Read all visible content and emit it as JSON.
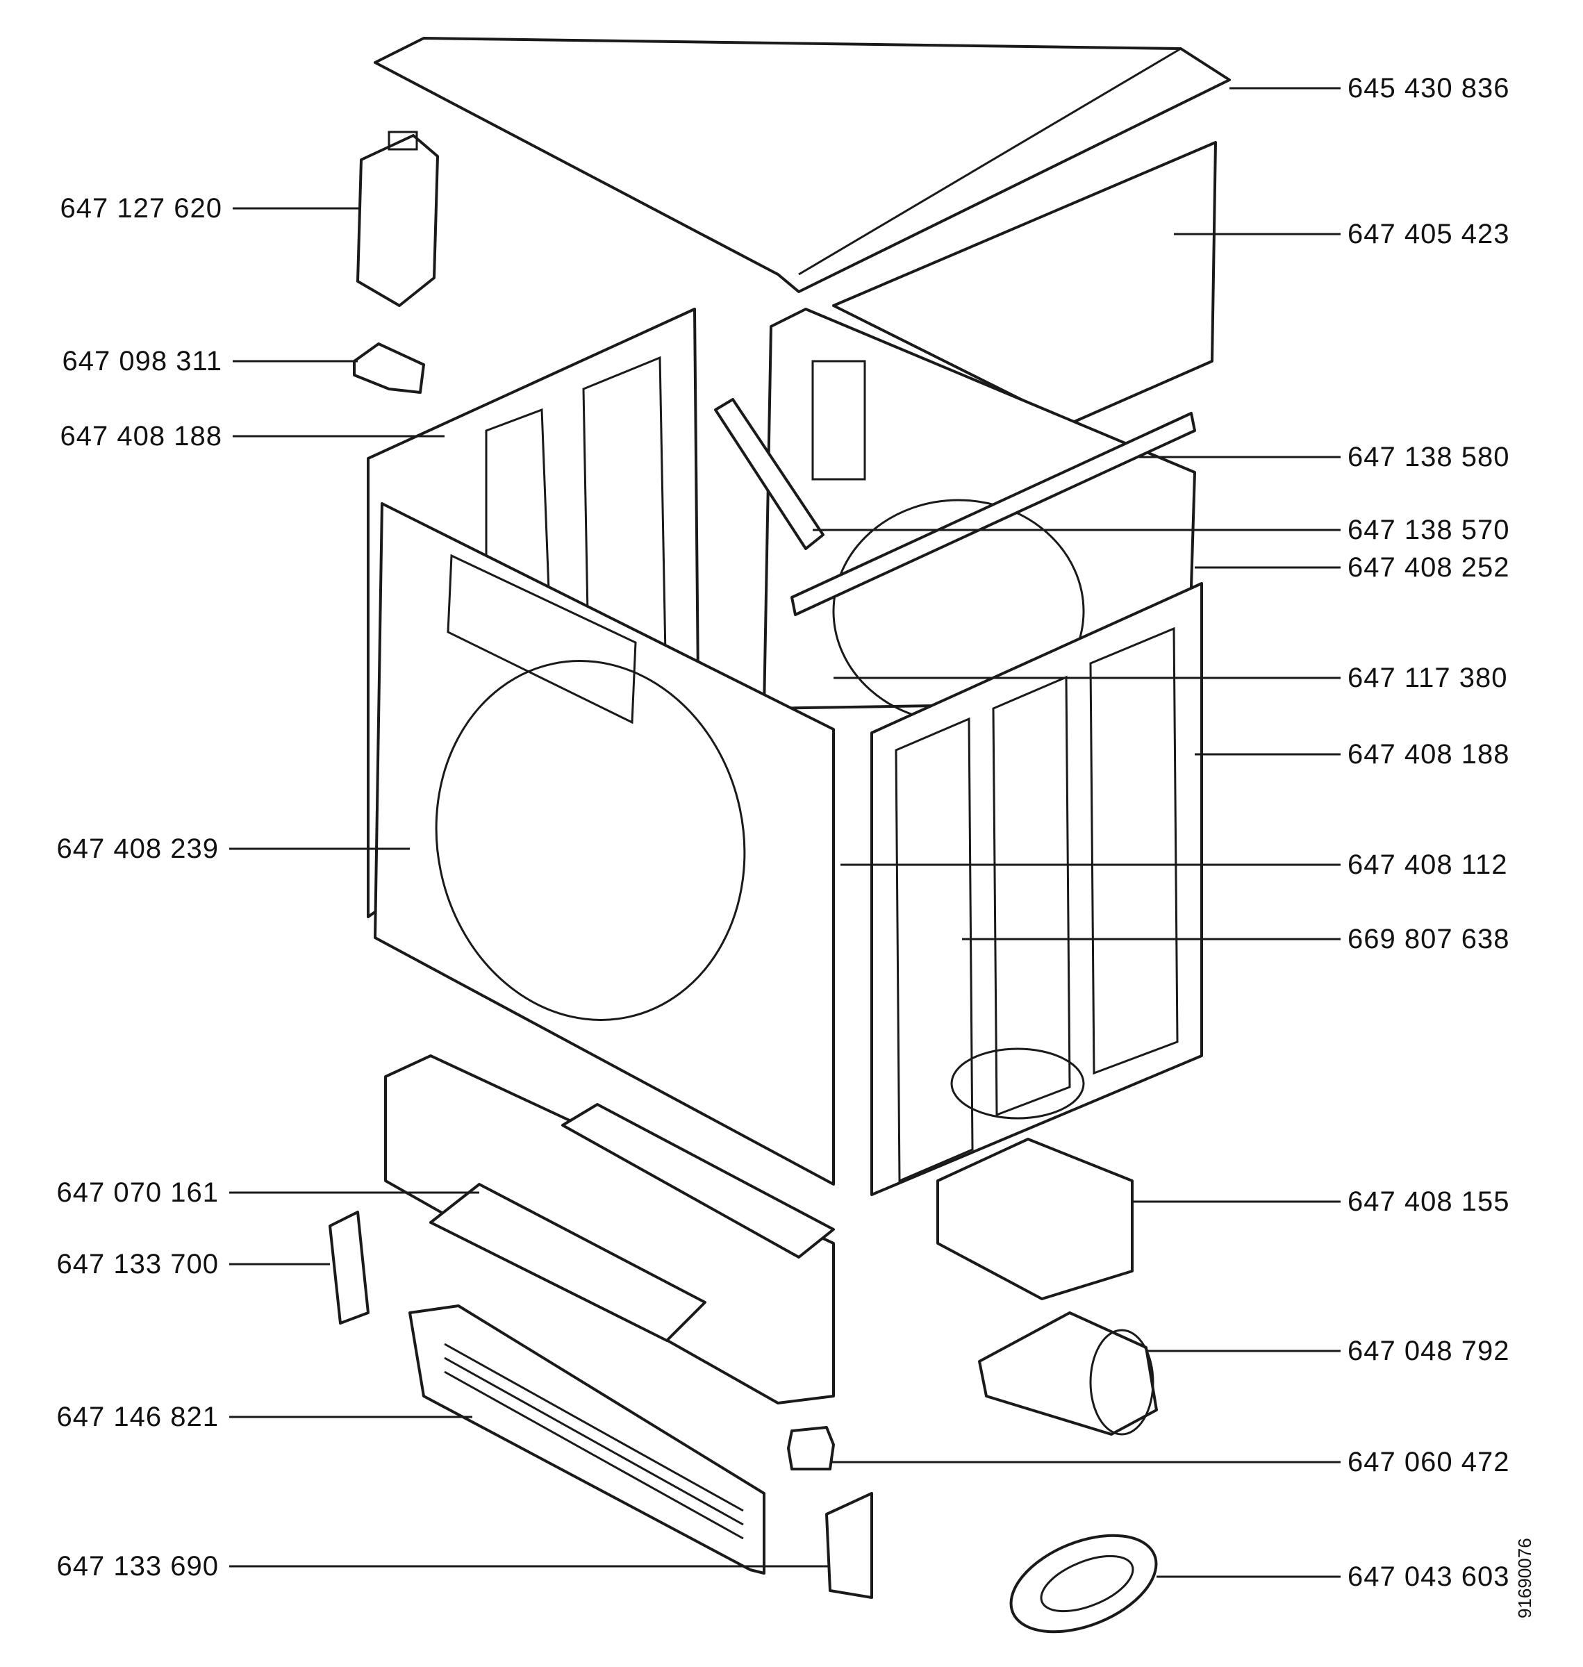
{
  "doc_code": "91690076",
  "labels": {
    "l1": "647 127 620",
    "l2": "647 098 311",
    "l3": "647 408 188",
    "l4": "647 408 239",
    "l5": "647 070 161",
    "l6": "647 133 700",
    "l7": "647 146 821",
    "l8": "647 133 690",
    "r1": "645 430 836",
    "r2": "647 405 423",
    "r3": "647 138 580",
    "r4": "647 138 570",
    "r5": "647 408 252",
    "r6": "647 117 380",
    "r7": "647 408 188",
    "r8": "647 408 112",
    "r9": "669 807 638",
    "r10": "647 408 155",
    "r11": "647 048 792",
    "r12": "647 060 472",
    "r13": "647 043 603"
  }
}
